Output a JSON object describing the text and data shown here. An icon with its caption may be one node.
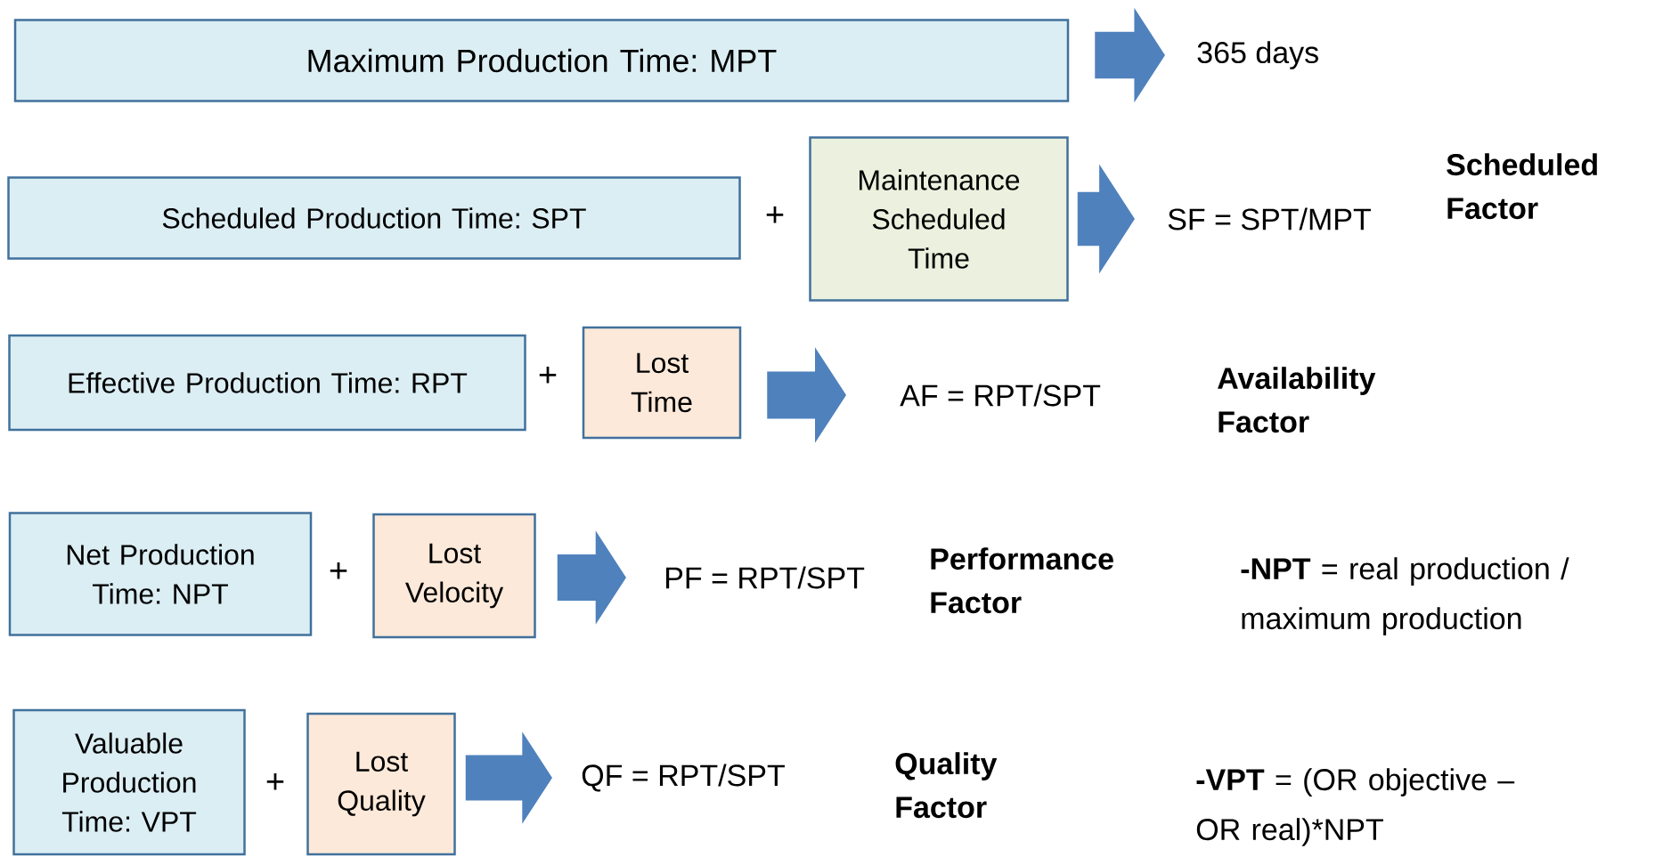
{
  "diagram": {
    "nodes": [
      {
        "text": [
          "Maximum Production Time: MPT"
        ]
      },
      {
        "text": [
          "365 days"
        ]
      },
      {
        "text": [
          "Scheduled  Production Time: SPT"
        ]
      },
      {
        "text": [
          "Maintenance Scheduled Time"
        ]
      },
      {
        "text": [
          "SF = SPT/MPT"
        ],
        "beside": [
          "Scheduled Factor"
        ]
      },
      {
        "text": [
          "Effective Production Time: RPT"
        ]
      },
      {
        "text": [
          "Lost Time"
        ]
      },
      {
        "text": [
          "AF = RPT/SPT"
        ],
        "beside": [
          "Availability Factor"
        ]
      },
      {
        "text": [
          "Net Production Time: NPT"
        ]
      },
      {
        "text": [
          "Lost Velocity"
        ]
      },
      {
        "text": [
          "PF = RPT/SPT"
        ],
        "beside": [
          "Performance Factor"
        ]
      },
      {
        "text": [
          "Valuable Production Time: VPT"
        ]
      },
      {
        "text": [
          "Lost Quality"
        ]
      },
      {
        "text": [
          "QF = RPT/SPT"
        ],
        "beside": [
          "Quality Factor"
        ]
      }
    ],
    "edges": [
      {
        "from": 0,
        "to": 1,
        "arrow": "to"
      },
      {
        "from": 3,
        "to": 4,
        "arrow": "to"
      },
      {
        "from": 6,
        "to": 7,
        "arrow": "to"
      },
      {
        "from": 9,
        "to": 10,
        "arrow": "to"
      },
      {
        "from": 12,
        "to": 13,
        "arrow": "to"
      }
    ],
    "labels": [
      "+",
      "+",
      "+",
      "+",
      "**-NPT** = real production / maximum production",
      "**-VPT** = (OR objective – OR real)*NPT"
    ]
  }
}
